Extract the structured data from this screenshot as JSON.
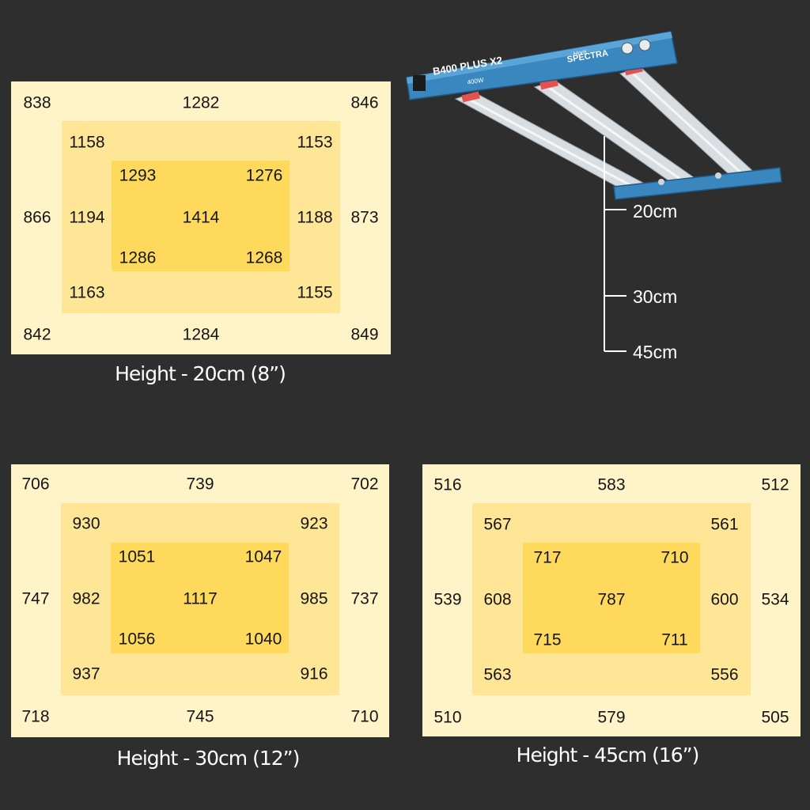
{
  "colors": {
    "background": "#2e2e2e",
    "zone_outer": "#fff4c8",
    "zone_middle": "#ffe697",
    "zone_inner": "#ffd95c",
    "fixture_blue": "#3a87c0",
    "bar_silver": "#d8dde2"
  },
  "fixture": {
    "model": "B400 PLUS X2",
    "wattage": "400W",
    "brand": "SPECTRA",
    "brand_prefix": "Horti"
  },
  "heights": [
    "20cm",
    "30cm",
    "45cm"
  ],
  "maps": [
    {
      "caption": "Height - 20cm (8”)",
      "outer": [
        "838",
        "1282",
        "846",
        "866",
        "873",
        "842",
        "1284",
        "849"
      ],
      "middle": [
        "1158",
        "1153",
        "1194",
        "1188",
        "1163",
        "1155"
      ],
      "inner": [
        "1293",
        "1276",
        "1414",
        "1286",
        "1268"
      ]
    },
    {
      "caption": "Height - 30cm (12”)",
      "outer": [
        "706",
        "739",
        "702",
        "747",
        "737",
        "718",
        "745",
        "710"
      ],
      "middle": [
        "930",
        "923",
        "982",
        "985",
        "937",
        "916"
      ],
      "inner": [
        "1051",
        "1047",
        "1117",
        "1056",
        "1040"
      ]
    },
    {
      "caption": "Height - 45cm (16”)",
      "outer": [
        "516",
        "583",
        "512",
        "539",
        "534",
        "510",
        "579",
        "505"
      ],
      "middle": [
        "567",
        "561",
        "608",
        "600",
        "563",
        "556"
      ],
      "inner": [
        "717",
        "710",
        "787",
        "715",
        "711"
      ]
    }
  ]
}
